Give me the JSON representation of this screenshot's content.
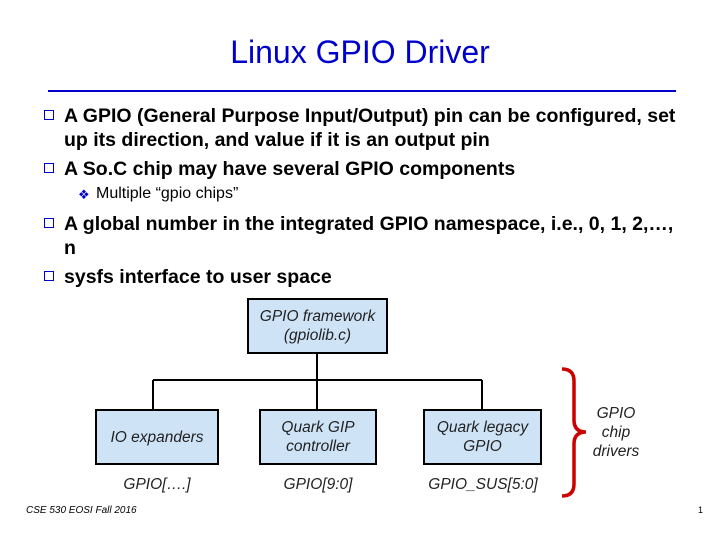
{
  "title": "Linux GPIO Driver",
  "bullets": [
    "A GPIO (General Purpose Input/Output) pin can be configured, set up its direction, and value if it is an output pin",
    "A So.C chip may have several GPIO components",
    "A global number in the integrated GPIO namespace, i.e., 0, 1, 2,…, n",
    "sysfs interface to user space"
  ],
  "sub_bullets": [
    "Multiple “gpio chips”"
  ],
  "diagram": {
    "framework": "GPIO framework (gpiolib.c)",
    "chips": [
      {
        "label": "IO expanders",
        "range": "GPIO[….]"
      },
      {
        "label": "Quark GIP controller",
        "range": "GPIO[9:0]"
      },
      {
        "label": "Quark legacy GPIO",
        "range": "GPIO_SUS[5:0]"
      }
    ],
    "brace_label": "GPIO chip drivers"
  },
  "footer": {
    "course": "CSE 530 EOSI Fall 2016",
    "page": "1"
  },
  "colors": {
    "accent": "#0000cc",
    "box_fill": "#cfe3f7",
    "brace": "#cc0000"
  }
}
